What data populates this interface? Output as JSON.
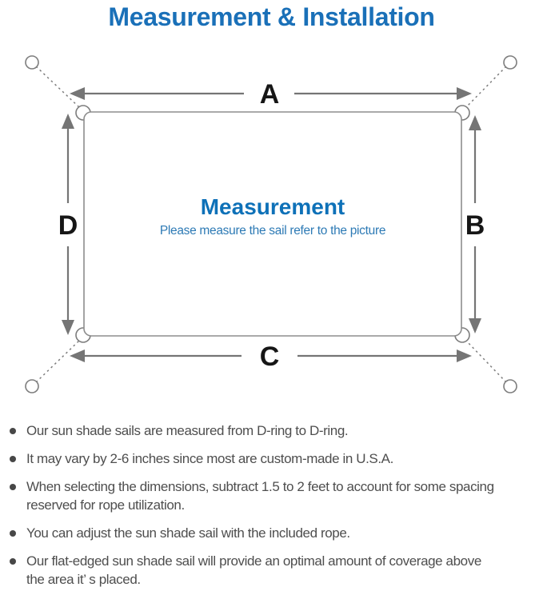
{
  "title": "Measurement & Installation",
  "diagram": {
    "labels": {
      "top": "A",
      "right": "B",
      "bottom": "C",
      "left": "D"
    },
    "center_title": "Measurement",
    "center_subtitle": "Please measure the sail refer to the picture"
  },
  "notes": [
    "Our sun shade sails are measured from D-ring to D-ring.",
    "It may vary by 2-6 inches since most are custom-made in U.S.A.",
    "When selecting the dimensions, subtract 1.5 to 2 feet to account for some spacing\nreserved for rope utilization.",
    "You can adjust the sun shade sail with the included rope.",
    "Our flat-edged sun shade sail will provide an optimal amount of coverage above\nthe area it’ s placed."
  ],
  "colors": {
    "accent_blue": "#1a70b8",
    "center_blue": "#0e71b8",
    "subtitle_blue": "#2d7ab5",
    "line_gray": "#757575",
    "outline_gray": "#8d8d8d",
    "label_black": "#161616",
    "note_gray": "#4e4e4e"
  }
}
